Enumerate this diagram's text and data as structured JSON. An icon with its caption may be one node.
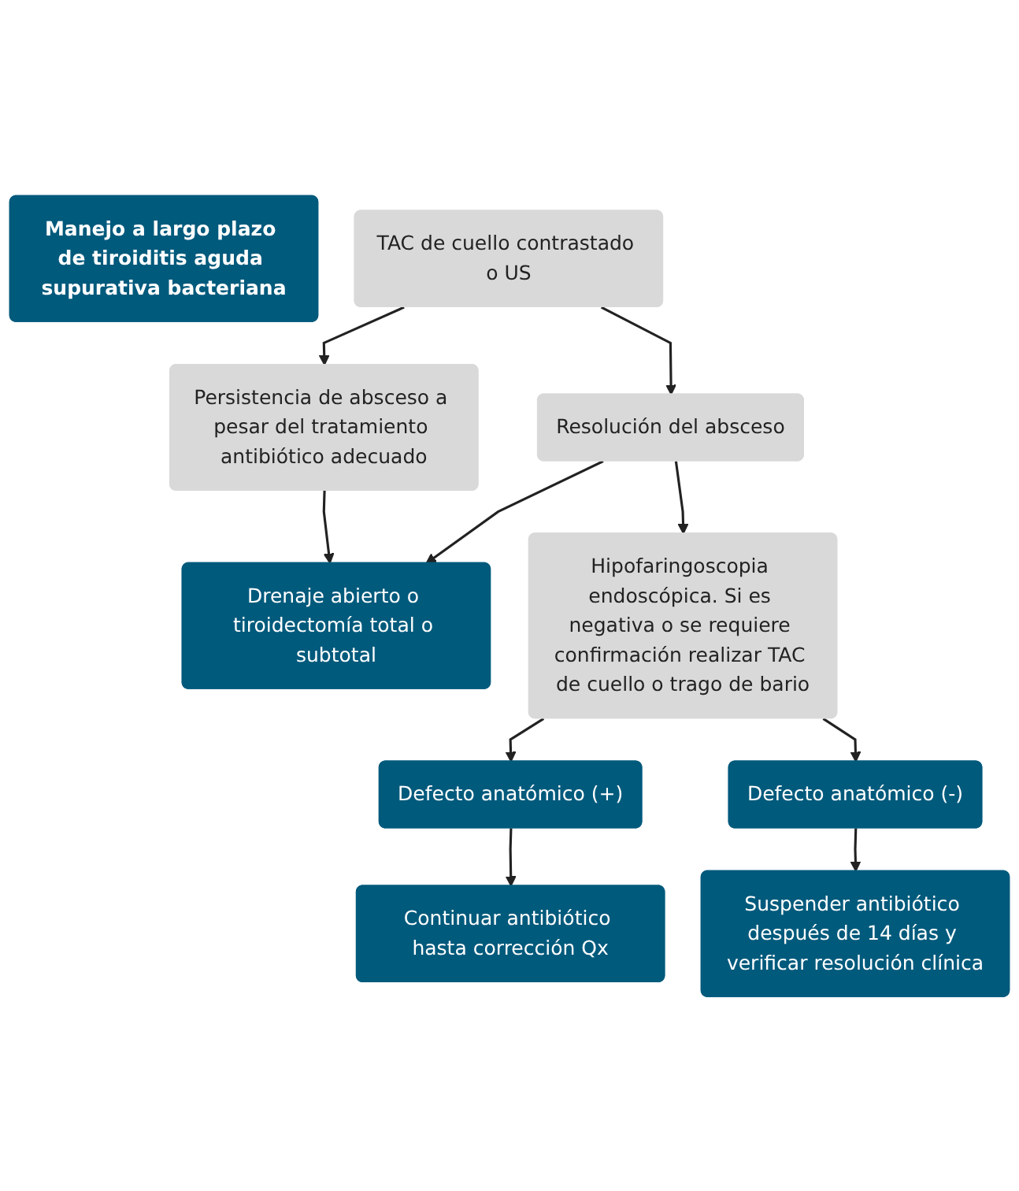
{
  "diagram": {
    "nodes": [
      {
        "text": [
          "Manejo a largo plazo de tiroiditis aguda supurativa bacteriana"
        ]
      },
      {
        "text": [
          "TAC de cuello contrastado o US"
        ]
      },
      {
        "text": [
          "Persistencia de absceso a pesar del tratamiento antibiótico adecuado"
        ]
      },
      {
        "text": [
          "Drenaje abierto o tiroidectomía total o subtotal"
        ]
      },
      {
        "text": [
          "Resolución del absceso"
        ]
      },
      {
        "text": [
          "Hipofaringoscopia endoscópica. Si es negativa o se requiere confirmación realizar TAC de cuello o trago de bario"
        ]
      },
      {
        "text": [
          "Defecto anatómico (+)"
        ]
      },
      {
        "text": [
          "Defecto anatómico (-)"
        ]
      },
      {
        "text": [
          "Continuar antibiótico hasta corrección Qx"
        ]
      },
      {
        "text": [
          "Suspender antibiótico después de 14 días y verificar resolución clínica"
        ]
      }
    ],
    "edges": [
      {
        "from": 1,
        "to": 2,
        "arrow": "to"
      },
      {
        "from": 1,
        "to": 4,
        "arrow": "to"
      },
      {
        "from": 2,
        "to": 3,
        "arrow": "to"
      },
      {
        "from": 4,
        "to": 3,
        "arrow": "to"
      },
      {
        "from": 4,
        "to": 5,
        "arrow": "to"
      },
      {
        "from": 5,
        "to": 6,
        "arrow": "to"
      },
      {
        "from": 5,
        "to": 7,
        "arrow": "to"
      },
      {
        "from": 6,
        "to": 8,
        "arrow": "to"
      },
      {
        "from": 7,
        "to": 9,
        "arrow": "to"
      }
    ]
  }
}
